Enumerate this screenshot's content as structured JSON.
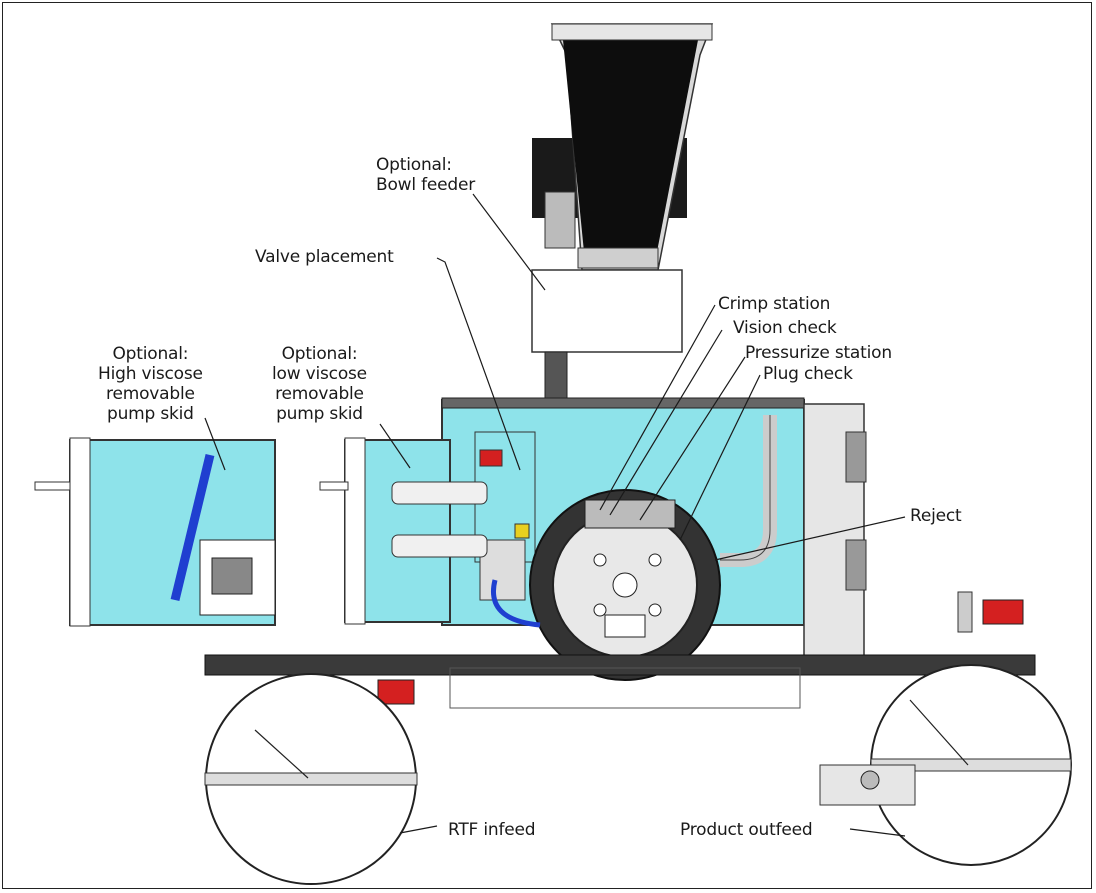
{
  "labels": {
    "bowl_feeder": [
      "Optional:",
      "Bowl feeder"
    ],
    "valve_placement": "Valve placement",
    "crimp_station": "Crimp station",
    "vision_check": "Vision check",
    "pressurize_station": "Pressurize station",
    "plug_check": "Plug check",
    "high_viscose": [
      "Optional:",
      "High viscose",
      "removable",
      "pump skid"
    ],
    "low_viscose": [
      "Optional:",
      "low viscose",
      "removable",
      "pump skid"
    ],
    "reject": "Reject",
    "rtf_infeed": "RTF infeed",
    "product_outfeed": "Product outfeed"
  },
  "colors": {
    "cyan_panel": "#8ee3ea",
    "frame_grey": "#3a3a3a",
    "dark_metal": "#2a2a2a",
    "motor_red": "#d42020",
    "hose_blue": "#1f3fd0",
    "line": "#1a1a1a"
  }
}
